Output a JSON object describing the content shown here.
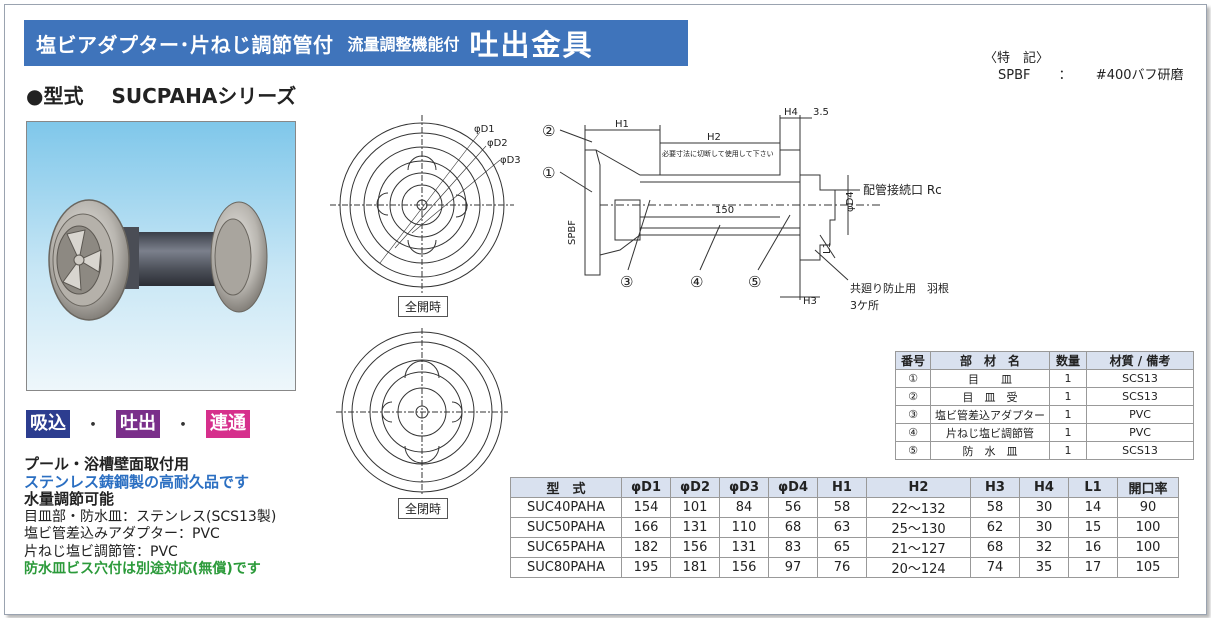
{
  "title": {
    "subtitle": "塩ビアダプター･片ねじ調節管付",
    "feature": "流量調整機能付",
    "main": "吐出金具"
  },
  "model_heading": {
    "bullet": "●型式",
    "series": "SUCPAHAシリーズ"
  },
  "notes": {
    "head": "〈特　記〉",
    "code": "SPBF",
    "sep": "：",
    "text": "#400バフ研磨"
  },
  "tags": [
    "吸込",
    "吐出",
    "連通"
  ],
  "tag_separator": "・",
  "description": {
    "line1": "プール・浴槽壁面取付用",
    "line2": "ステンレス鋳鋼製の高耐久品です",
    "line3": "水量調節可能",
    "line4": "目皿部・防水皿：ステンレス(SCS13製)",
    "line5": "塩ビ管差込みアダプター：PVC",
    "line6": "片ねじ塩ビ調節管：PVC",
    "line7": "防水皿ビス穴付は別途対応(無償)です"
  },
  "drawing": {
    "caption_full_open": "全開時",
    "caption_full_closed": "全閉時",
    "d1": "φD1",
    "d2": "φD2",
    "d3": "φD3",
    "d4": "φD4",
    "h1": "H1",
    "h2": "H2",
    "h3": "H3",
    "h4": "H4",
    "l1": "L1",
    "dim_35": "3.5",
    "dim_150": "150",
    "cut_note": "必要寸法に切断して使用して下さい",
    "pipe_conn": "配管接続口 Rc",
    "anti_rotate_1": "共廻り防止用　羽根",
    "anti_rotate_2": "3ケ所",
    "spbf": "SPBF",
    "n1": "①",
    "n2": "②",
    "n3": "③",
    "n4": "④",
    "n5": "⑤"
  },
  "parts_table": {
    "headers": [
      "番号",
      "部　材　名",
      "数量",
      "材質 / 備考"
    ],
    "rows": [
      [
        "①",
        "目　　皿",
        "1",
        "SCS13"
      ],
      [
        "②",
        "目　皿　受",
        "1",
        "SCS13"
      ],
      [
        "③",
        "塩ビ管差込アダプター",
        "1",
        "PVC"
      ],
      [
        "④",
        "片ねじ塩ビ調節管",
        "1",
        "PVC"
      ],
      [
        "⑤",
        "防　水　皿",
        "1",
        "SCS13"
      ]
    ]
  },
  "spec_table": {
    "headers": [
      "型　式",
      "φD1",
      "φD2",
      "φD3",
      "φD4",
      "H1",
      "H2",
      "H3",
      "H4",
      "L1",
      "開口率"
    ],
    "rows": [
      [
        "SUC40PAHA",
        "154",
        "101",
        "84",
        "56",
        "58",
        "22～132",
        "58",
        "30",
        "14",
        "90"
      ],
      [
        "SUC50PAHA",
        "166",
        "131",
        "110",
        "68",
        "63",
        "25～130",
        "62",
        "30",
        "15",
        "100"
      ],
      [
        "SUC65PAHA",
        "182",
        "156",
        "131",
        "83",
        "65",
        "21～127",
        "68",
        "32",
        "16",
        "100"
      ],
      [
        "SUC80PAHA",
        "195",
        "181",
        "156",
        "97",
        "76",
        "20～124",
        "74",
        "35",
        "17",
        "105"
      ]
    ]
  },
  "colors": {
    "title_bg": "#3f74bb",
    "tag_suction": "#2c3d8f",
    "tag_discharge": "#7a2f8a",
    "tag_connect": "#d62f8c",
    "blue_text": "#2b6fc2",
    "green_text": "#2b9a3a",
    "table_header": "#d9e1ef"
  }
}
